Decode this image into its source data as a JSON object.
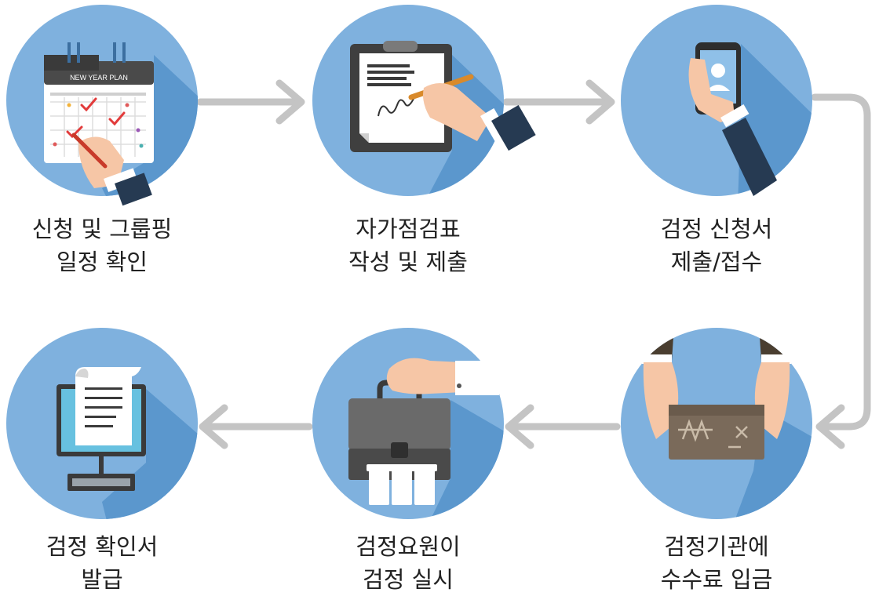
{
  "steps": [
    {
      "line1": "신청 및 그룹핑",
      "line2": "일정 확인",
      "icon": "calendar-plan-icon",
      "calendar_text": "NEW YEAR PLAN"
    },
    {
      "line1": "자가점검표",
      "line2": "작성 및 제출",
      "icon": "clipboard-signature-icon"
    },
    {
      "line1": "검정 신청서",
      "line2": "제출/접수",
      "icon": "smartphone-call-icon"
    },
    {
      "line1": "검정기관에",
      "line2": "수수료 입금",
      "icon": "money-payment-icon"
    },
    {
      "line1": "검정요원이",
      "line2": "검정 실시",
      "icon": "briefcase-inspection-icon"
    },
    {
      "line1": "검정 확인서",
      "line2": "발급",
      "icon": "certificate-monitor-icon"
    }
  ],
  "colors": {
    "circle": "#7fb1de",
    "circle_shadow": "#5b97cd",
    "arrow": "#c4c4c4",
    "text": "#222222"
  }
}
